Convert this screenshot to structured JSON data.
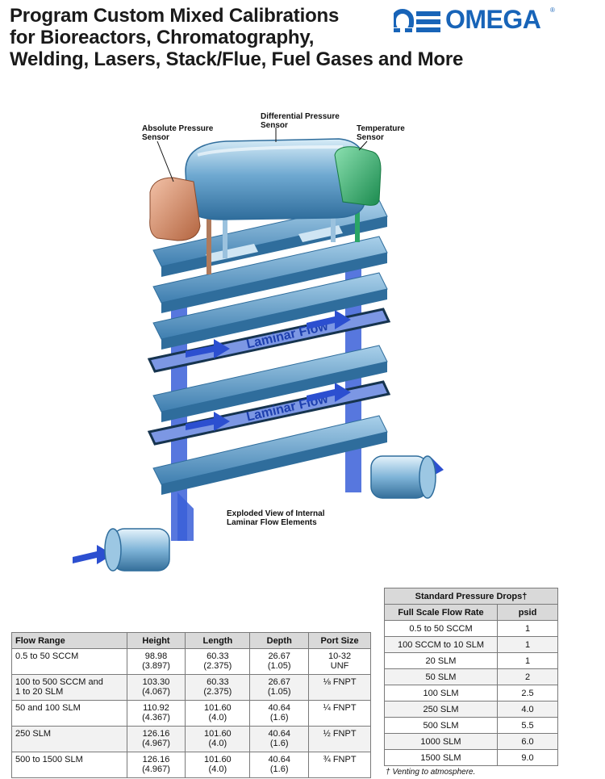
{
  "headline": {
    "line1": "Program Custom Mixed Calibrations",
    "line2": "for Bioreactors, Chromatography,",
    "line3": "Welding, Lasers, Stack/Flue, Fuel Gases and  More"
  },
  "logo": {
    "text": "OMEGA",
    "trademark": "®",
    "color": "#1864b8"
  },
  "illustration": {
    "callouts": {
      "absolute": [
        "Absolute Pressure",
        "Sensor"
      ],
      "differential": [
        "Differential Pressure",
        "Sensor"
      ],
      "temperature": [
        "Temperature",
        "Sensor"
      ],
      "caption": [
        "Exploded View of Internal",
        "Laminar Flow Elements"
      ]
    },
    "plate_text": "Laminar Flow",
    "colors": {
      "plate": "#4f8fc2",
      "flow": "#3a5fd8",
      "absolute": "#d38b6c",
      "temperature": "#2aa566"
    }
  },
  "flow_table": {
    "headers": [
      "Flow Range",
      "Height",
      "Length",
      "Depth",
      "Port Size"
    ],
    "rows": [
      {
        "range": [
          "0.5 to 50 SCCM"
        ],
        "height": [
          "98.98",
          "(3.897)"
        ],
        "length": [
          "60.33",
          "(2.375)"
        ],
        "depth": [
          "26.67",
          "(1.05)"
        ],
        "port": [
          "10-32",
          "UNF"
        ]
      },
      {
        "range": [
          "100 to 500 SCCM and",
          "1 to 20 SLM"
        ],
        "height": [
          "103.30",
          "(4.067)"
        ],
        "length": [
          "60.33",
          "(2.375)"
        ],
        "depth": [
          "26.67",
          "(1.05)"
        ],
        "port": [
          "⅛ FNPT"
        ]
      },
      {
        "range": [
          "50 and 100 SLM"
        ],
        "height": [
          "110.92",
          "(4.367)"
        ],
        "length": [
          "101.60",
          "(4.0)"
        ],
        "depth": [
          "40.64",
          "(1.6)"
        ],
        "port": [
          "¼ FNPT"
        ]
      },
      {
        "range": [
          "250 SLM"
        ],
        "height": [
          "126.16",
          "(4.967)"
        ],
        "length": [
          "101.60",
          "(4.0)"
        ],
        "depth": [
          "40.64",
          "(1.6)"
        ],
        "port": [
          "½ FNPT"
        ]
      },
      {
        "range": [
          "500 to 1500 SLM"
        ],
        "height": [
          "126.16",
          "(4.967)"
        ],
        "length": [
          "101.60",
          "(4.0)"
        ],
        "depth": [
          "40.64",
          "(1.6)"
        ],
        "port": [
          "¾ FNPT"
        ]
      }
    ]
  },
  "pressure_table": {
    "title": "Standard Pressure Drops†",
    "headers": [
      "Full Scale Flow Rate",
      "psid"
    ],
    "rows": [
      [
        "0.5 to 50 SCCM",
        "1"
      ],
      [
        "100 SCCM to 10 SLM",
        "1"
      ],
      [
        "20 SLM",
        "1"
      ],
      [
        "50 SLM",
        "2"
      ],
      [
        "100 SLM",
        "2.5"
      ],
      [
        "250 SLM",
        "4.0"
      ],
      [
        "500 SLM",
        "5.5"
      ],
      [
        "1000 SLM",
        "6.0"
      ],
      [
        "1500 SLM",
        "9.0"
      ]
    ],
    "footnote": "† Venting to atmosphere."
  }
}
